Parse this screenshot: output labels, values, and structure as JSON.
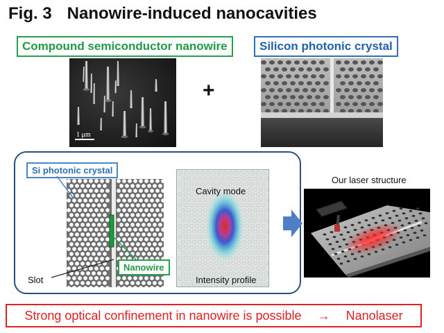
{
  "title": {
    "number": "Fig. 3",
    "text": "Nanowire-induced nanocavities"
  },
  "labels": {
    "nanowire_material": "Compound semiconductor nanowire",
    "photonic_crystal": "Silicon photonic crystal",
    "plus": "+",
    "scale_bar": "1 μm",
    "si_photonic_crystal": "Si photonic crystal",
    "nanowire": "Nanowire",
    "slot": "Slot",
    "cavity_mode": "Cavity mode",
    "intensity_profile": "Intensity profile",
    "our_laser_structure": "Our laser structure"
  },
  "conclusion": {
    "text": "Strong optical confinement in nanowire is possible",
    "arrow": "→",
    "result": "Nanolaser"
  },
  "colors": {
    "green": "#22a04b",
    "blue": "#2f6fb7",
    "red": "#e02020",
    "panel_border": "#2a4f7a"
  }
}
